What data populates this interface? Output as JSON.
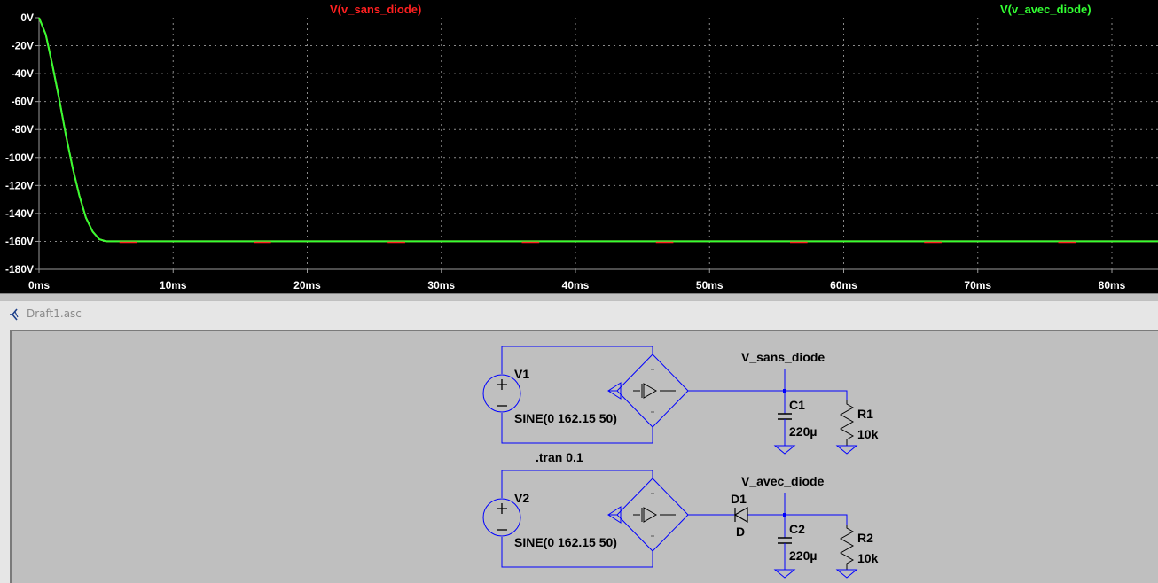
{
  "window": {
    "schematic_title": "Draft1.asc"
  },
  "plot": {
    "traces": [
      {
        "label": "V(v_sans_diode)",
        "color": "#ff2020"
      },
      {
        "label": "V(v_avec_diode)",
        "color": "#33ff33"
      }
    ]
  },
  "chart_data": {
    "type": "line",
    "x_unit": "ms",
    "y_unit": "V",
    "xlim": [
      0,
      83.5
    ],
    "ylim": [
      -180,
      0
    ],
    "grid": true,
    "x_ticks": [
      "0ms",
      "10ms",
      "20ms",
      "30ms",
      "40ms",
      "50ms",
      "60ms",
      "70ms",
      "80ms"
    ],
    "y_ticks": [
      "0V",
      "-20V",
      "-40V",
      "-60V",
      "-80V",
      "-100V",
      "-120V",
      "-140V",
      "-160V",
      "-180V"
    ],
    "series": [
      {
        "name": "V(v_sans_diode)",
        "x": [
          0,
          0.5,
          1,
          1.5,
          2,
          2.5,
          3,
          3.5,
          4,
          4.5,
          5,
          6,
          10,
          20,
          30,
          40,
          50,
          60,
          70,
          80,
          83.5
        ],
        "y": [
          0,
          -12,
          -34,
          -58,
          -84,
          -107,
          -127,
          -143,
          -153,
          -158.5,
          -160,
          -160,
          -160,
          -160,
          -160,
          -160,
          -160,
          -160,
          -160,
          -160,
          -160
        ]
      },
      {
        "name": "V(v_avec_diode)",
        "x": [
          0,
          0.5,
          1,
          1.5,
          2,
          2.5,
          3,
          3.5,
          4,
          4.5,
          5,
          6,
          10,
          20,
          30,
          40,
          50,
          60,
          70,
          80,
          83.5
        ],
        "y": [
          0,
          -12,
          -34,
          -58,
          -84,
          -107,
          -127,
          -143,
          -153,
          -158.5,
          -160,
          -160,
          -160,
          -160,
          -160,
          -160,
          -160,
          -160,
          -160,
          -160,
          -160
        ]
      }
    ]
  },
  "schematic": {
    "v1": {
      "name": "V1",
      "value": "SINE(0 162.15 50)"
    },
    "v2": {
      "name": "V2",
      "value": "SINE(0 162.15 50)"
    },
    "directive": ".tran 0.1",
    "net1": "V_sans_diode",
    "net2": "V_avec_diode",
    "c1": {
      "name": "C1",
      "value": "220µ"
    },
    "c2": {
      "name": "C2",
      "value": "220µ"
    },
    "r1": {
      "name": "R1",
      "value": "10k"
    },
    "r2": {
      "name": "R2",
      "value": "10k"
    },
    "d1": {
      "name": "D1",
      "value": "D"
    }
  }
}
